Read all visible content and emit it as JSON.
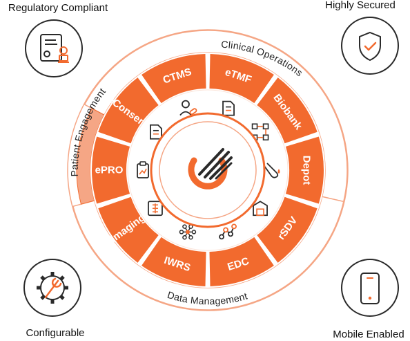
{
  "colors": {
    "orange": "#f26a2e",
    "orange_light": "#f5a685",
    "peach": "#fbe3d8",
    "icon_dark": "#2a2a2a",
    "white": "#ffffff"
  },
  "corners": {
    "top_left": {
      "label": "Regulatory Compliant",
      "icon": "certificate-stamp-icon"
    },
    "top_right": {
      "label": "Highly Secured",
      "icon": "shield-check-icon"
    },
    "bottom_left": {
      "label": "Configurable",
      "icon": "gear-wrench-icon"
    },
    "bottom_right": {
      "label": "Mobile Enabled",
      "icon": "smartphone-icon"
    }
  },
  "groups": {
    "clinical": "Clinical Operations",
    "patient": "Patient Engagement",
    "data": "Data Management"
  },
  "segments": [
    "CTMS",
    "eTMF",
    "Biobank",
    "Depot",
    "rSDV",
    "EDC",
    "IWRS",
    "Imaging",
    "ePRO",
    "eConsent"
  ],
  "inner_icons": [
    "patient-pill-icon",
    "document-icon",
    "workflow-icon",
    "test-tube-icon",
    "warehouse-icon",
    "nodes-graph-icon",
    "network-hub-icon",
    "spine-scan-icon",
    "clipboard-chart-icon",
    "document-icon"
  ],
  "center_logo": "brand-logo-icon"
}
